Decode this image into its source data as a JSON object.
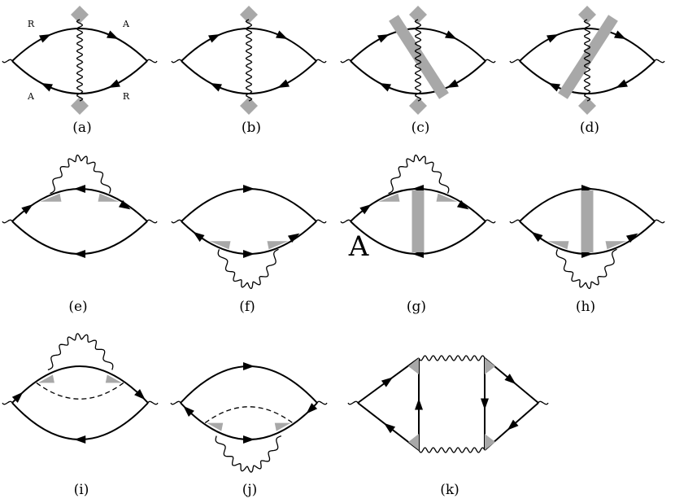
{
  "captions": {
    "a": "(a)",
    "b": "(b)",
    "c": "(c)",
    "d": "(d)",
    "e": "(e)",
    "f": "(f)",
    "g": "(g)",
    "h": "(h)",
    "i": "(i)",
    "j": "(j)",
    "k": "(k)"
  },
  "labels_a": {
    "r_top": "R",
    "a_top": "A",
    "a_bottom": "A",
    "r_bottom": "R"
  },
  "big_label": "A",
  "colors": {
    "line": "#000000",
    "shade": "#a8a8a8",
    "background": "#ffffff"
  }
}
